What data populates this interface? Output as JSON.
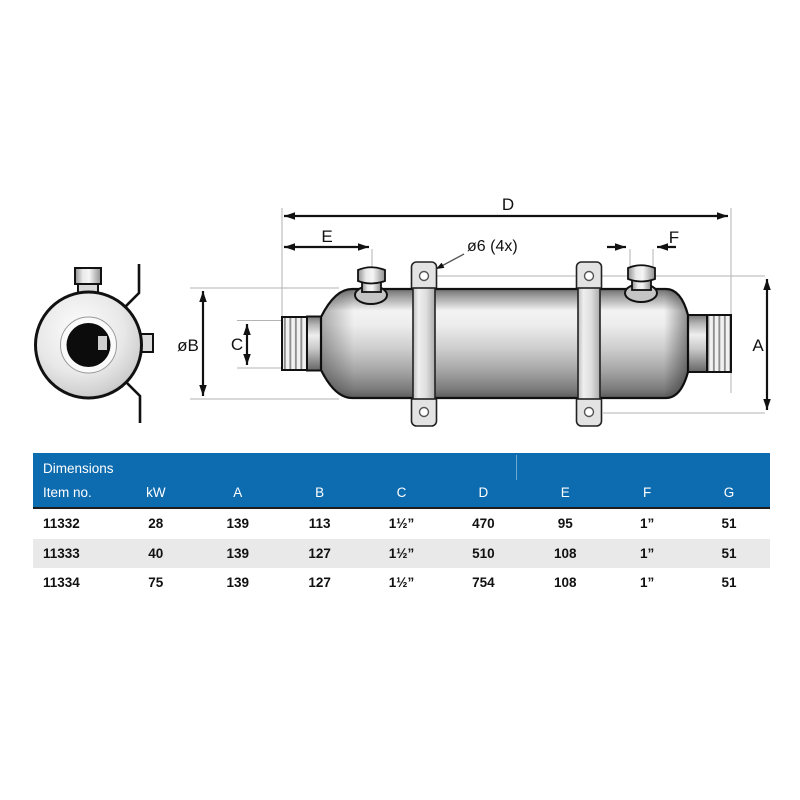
{
  "drawing": {
    "labels": {
      "d": "D",
      "e": "E",
      "f": "F",
      "a": "A",
      "diameter_b": "øB",
      "c": "C",
      "mounting_holes": "ø6 (4x)"
    }
  },
  "table": {
    "title": "Dimensions",
    "columns": [
      "Item no.",
      "kW",
      "A",
      "B",
      "C",
      "D",
      "E",
      "F",
      "G"
    ],
    "rows": [
      [
        "11332",
        "28",
        "139",
        "113",
        "1½”",
        "470",
        "95",
        "1”",
        "51"
      ],
      [
        "11333",
        "40",
        "139",
        "127",
        "1½”",
        "510",
        "108",
        "1”",
        "51"
      ],
      [
        "11334",
        "75",
        "139",
        "127",
        "1½”",
        "754",
        "108",
        "1”",
        "51"
      ]
    ]
  },
  "colors": {
    "header_blue": "#0d6baf",
    "alt_row_gray": "#e9e9e9",
    "outline_black": "#111111",
    "reference_line_gray": "#b3b3b3"
  }
}
